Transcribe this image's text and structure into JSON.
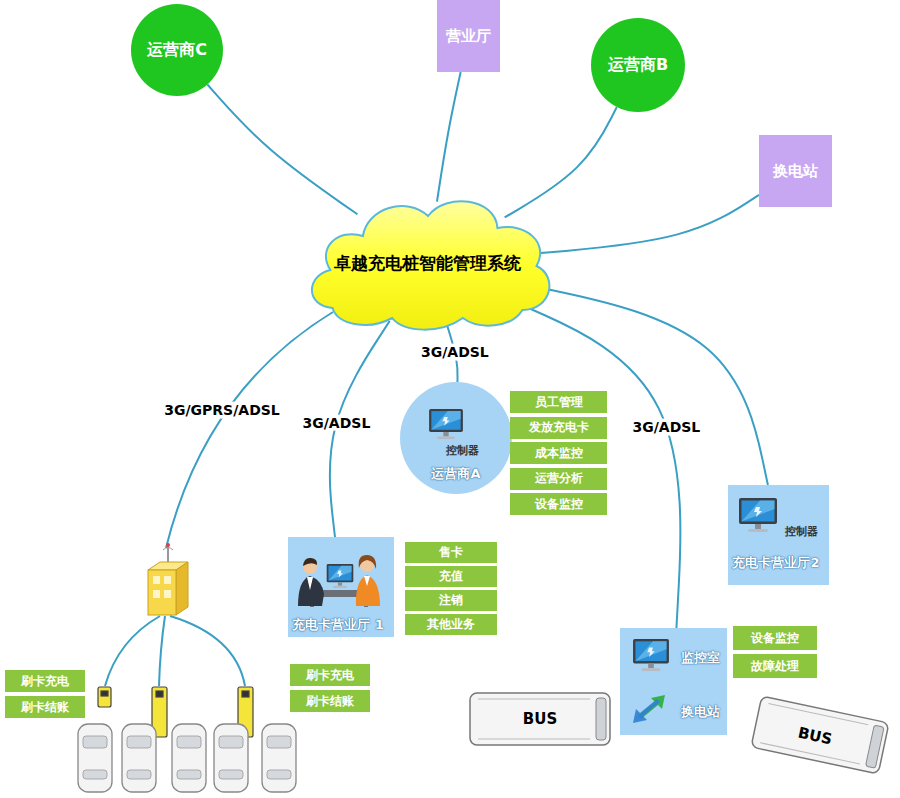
{
  "diagram": {
    "nodes": [
      {
        "text": [
          "运营商C"
        ]
      },
      {
        "text": [
          "营业厅"
        ]
      },
      {
        "text": [
          "运营商B"
        ]
      },
      {
        "text": [
          "换电站"
        ]
      },
      {
        "text": [
          "卓越充电桩智能管理系统"
        ]
      },
      {
        "text": [
          "控制器",
          "运营商A"
        ]
      },
      {
        "text": [
          "员工管理"
        ]
      },
      {
        "text": [
          "发放充电卡"
        ]
      },
      {
        "text": [
          "成本监控"
        ]
      },
      {
        "text": [
          "运营分析"
        ]
      },
      {
        "text": [
          "设备监控"
        ]
      },
      {
        "text": [
          "控制器",
          "充电卡营业厅2"
        ]
      },
      {
        "text": [
          "充电卡营业厅 1"
        ]
      },
      {
        "text": [
          "售卡"
        ]
      },
      {
        "text": [
          "充值"
        ]
      },
      {
        "text": [
          "注销"
        ]
      },
      {
        "text": [
          "其他业务"
        ]
      },
      {
        "text": [
          "监控室",
          "换电站"
        ]
      },
      {
        "text": [
          "设备监控"
        ]
      },
      {
        "text": [
          "故障处理"
        ]
      },
      {
        "text": [
          "刷卡充电"
        ]
      },
      {
        "text": [
          "刷卡结账"
        ]
      },
      {
        "text": [
          "刷卡充电"
        ]
      },
      {
        "text": [
          "刷卡结账"
        ]
      }
    ],
    "edges": [
      {
        "from": 4,
        "to": 0,
        "arrow": "none"
      },
      {
        "from": 4,
        "to": 1,
        "arrow": "none"
      },
      {
        "from": 4,
        "to": 2,
        "arrow": "none"
      },
      {
        "from": 4,
        "to": 3,
        "arrow": "none"
      },
      {
        "from": 4,
        "to": 5,
        "label": "3G/ADSL",
        "arrow": "none"
      },
      {
        "from": 4,
        "to": 12,
        "label": "3G/ADSL",
        "arrow": "none"
      },
      {
        "from": 4,
        "to": 17,
        "label": "3G/ADSL",
        "arrow": "none"
      },
      {
        "from": 4,
        "to": 11,
        "arrow": "none"
      }
    ],
    "labels": [
      "3G/GPRS/ADSL",
      "BUS",
      "BUS"
    ]
  }
}
